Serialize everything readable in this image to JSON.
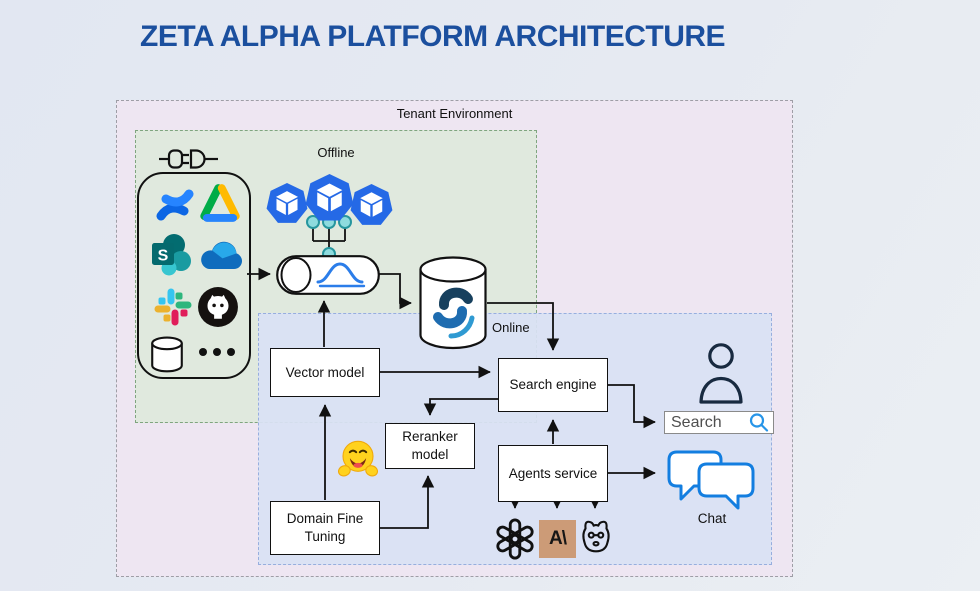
{
  "title": "ZETA ALPHA PLATFORM ARCHITECTURE",
  "regions": {
    "tenant": "Tenant Environment",
    "offline": "Offline",
    "online": "Online"
  },
  "nodes": {
    "vector_model": "Vector model",
    "search_engine": "Search engine",
    "reranker_model": "Reranker model",
    "agents_service": "Agents service",
    "domain_fine_tuning": "Domain Fine Tuning"
  },
  "user": {
    "search_text": "Search",
    "chat_label": "Chat"
  },
  "icons": {
    "connectors": [
      "confluence",
      "google-drive",
      "sharepoint",
      "onedrive",
      "slack",
      "github",
      "database",
      "more-connectors"
    ],
    "sharepoint_letter": "S",
    "knowledge_cubes": 3,
    "ingestion": "pipeline-with-model-curve",
    "index_store": "zeta-alpha-database",
    "finetune": "hugging-face",
    "llm_providers": [
      "openai",
      "anthropic",
      "llama"
    ],
    "anthropic_glyph": "A\\"
  },
  "colors": {
    "title": "#1b4f9e",
    "tenant_bg": "#eee6f2",
    "offline_bg": "#e0e9de",
    "online_bg": "#dbe3f4",
    "chat_blue": "#137ee0",
    "anthropic_bg": "#cc9b77",
    "hf_yellow": "#ffd21e",
    "cube_blue": "#2569e6",
    "arrow": "#111111"
  }
}
